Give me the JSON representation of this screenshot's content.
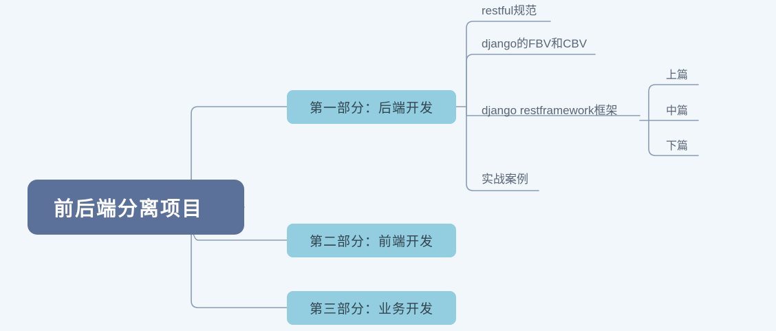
{
  "document": {
    "type": "mind-map",
    "background_color": "#f2f7fc"
  },
  "colors": {
    "background": "#f2f7fc",
    "root_fill": "#5c719a",
    "root_text": "#ffffff",
    "branch_fill": "#92cee0",
    "branch_text": "#31454f",
    "leaf_text": "#5a6676",
    "connector_line": "#8a9bb4"
  },
  "root": {
    "label": "前后端分离项目"
  },
  "branches": [
    {
      "label": "第一部分：后端开发",
      "children": [
        {
          "label": "restful规范",
          "children": []
        },
        {
          "label": "django的FBV和CBV",
          "children": []
        },
        {
          "label": "django restframework框架",
          "children": [
            {
              "label": "上篇"
            },
            {
              "label": "中篇"
            },
            {
              "label": "下篇"
            }
          ]
        },
        {
          "label": "实战案例",
          "children": []
        }
      ]
    },
    {
      "label": "第二部分：前端开发",
      "children": []
    },
    {
      "label": "第三部分：业务开发",
      "children": []
    }
  ]
}
